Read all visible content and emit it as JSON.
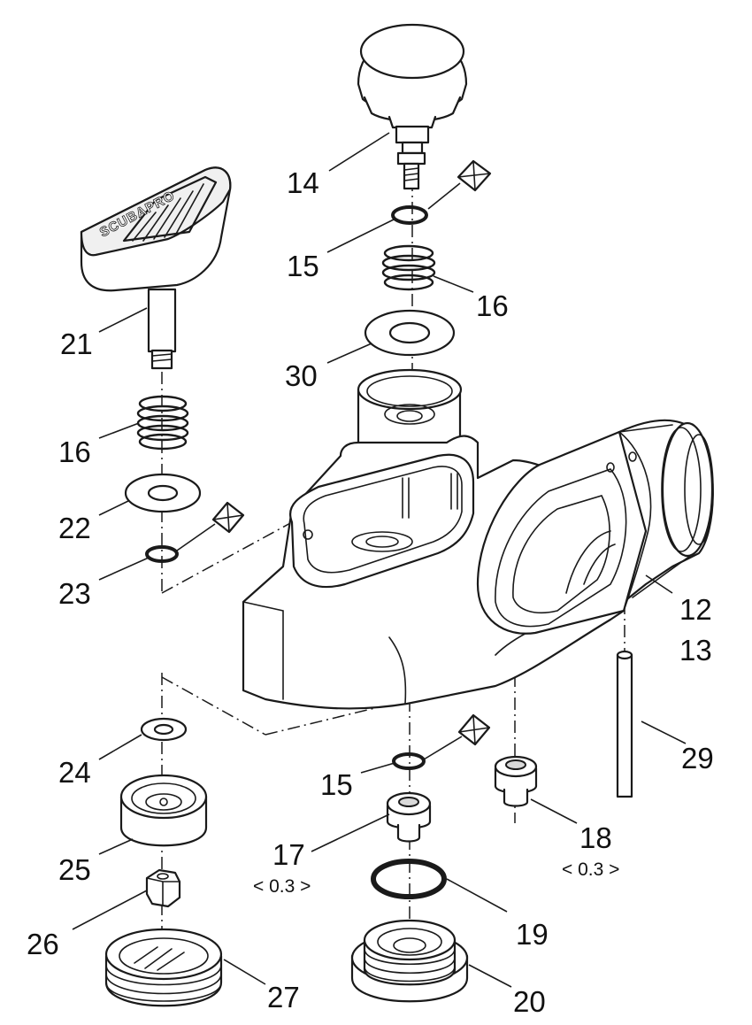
{
  "brand_mark": "SCUBAPRO",
  "labels": {
    "p12": "12",
    "p13": "13",
    "p14": "14",
    "p15a": "15",
    "p15b": "15",
    "p16a": "16",
    "p16b": "16",
    "p17": "17",
    "p18": "18",
    "p19": "19",
    "p20": "20",
    "p21": "21",
    "p22": "22",
    "p23": "23",
    "p24": "24",
    "p25": "25",
    "p26": "26",
    "p27": "27",
    "p29": "29",
    "p30": "30"
  },
  "tolerances": {
    "p17": "< 0.3 >",
    "p18": "< 0.3 >"
  },
  "icons": [
    "lubricate-diamond-icon",
    "lubricate-diamond-icon",
    "lubricate-diamond-icon",
    "lubricate-diamond-icon"
  ]
}
